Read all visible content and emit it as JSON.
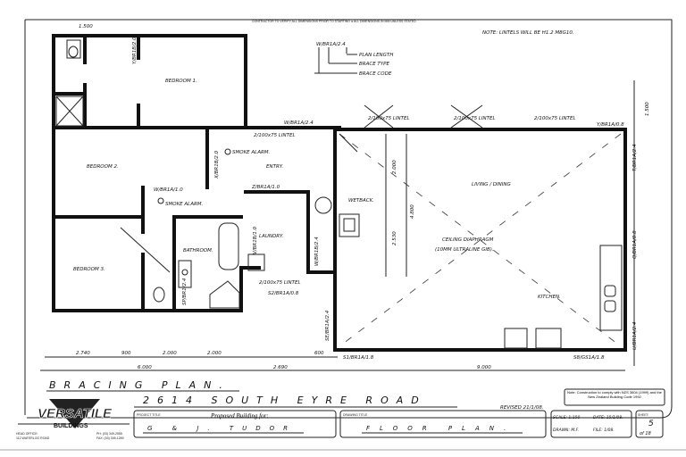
{
  "header": {
    "contractor_note": "CONTRACTOR TO VERIFY ALL DIMENSIONS PRIOR TO STARTING  ●  ALL DIMENSIONS IN MM UNLESS STATED",
    "lintel_note": "NOTE: LINTELS WILL BE H1.2 M8G10.",
    "legend": {
      "code": "W/BR1A/2.4",
      "plan_length": "PLAN LENGTH",
      "brace_type": "BRACE TYPE",
      "brace_code": "BRACE CODE"
    }
  },
  "rooms": {
    "bedroom1": "BEDROOM 1.",
    "bedroom2": "BEDROOM 2.",
    "bedroom3": "BEDROOM 3.",
    "entry": "ENTRY.",
    "laundry": "LAUNDRY.",
    "bathroom": "BATHROOM.",
    "living": "LIVING / DINING",
    "kitchen": "KITCHEN.",
    "wetback": "WETBACK.",
    "ceiling": "CEILING DIAPHRAGM",
    "ceiling2": "(10MM ULTRALINE GIB).",
    "smoke1": "SMOKE ALARM.",
    "smoke2": "SMOKE ALARM."
  },
  "annotations": {
    "lintel1": "2/100x75 LINTEL",
    "lintel2": "2/100x75 LINTEL",
    "lintel3": "2/100x75 LINTEL",
    "lintel4": "2/100x75 LINTEL",
    "lintel5": "2/100x75 LINTEL",
    "b1": "W/BR1A/2.4",
    "b2": "X/BR1B/2.0",
    "b3": "Y/BR1B/2.0",
    "b4": "Z/BR1A/1.0",
    "b5": "W/BR1A/1.0",
    "b6": "V/BR1B/1.0",
    "b7": "T/BR1A/2.4",
    "b8": "Y/BR1A/0.8",
    "b9": "U/BR1A/2.4",
    "b10": "W/BR1B/2.4",
    "b11": "S1/BR1A/1.8",
    "b12": "S8/GS1A/1.8",
    "b13": "SE/BR1A/2.4",
    "b14": "SP/BR1/2.4",
    "b15": "S2/BR1A/0.8",
    "b16": "Q/BR1A/0.8"
  },
  "dimensions": {
    "top_left": "1.500",
    "right_top": "1.500",
    "v1": "2.000",
    "v2": "4.800",
    "v3": "2.530",
    "row1": [
      "2.740",
      "900",
      "2.000",
      "2.000",
      "600"
    ],
    "row2": [
      "6.000",
      "2.690",
      "9.000"
    ]
  },
  "title_block": {
    "drawing_title": "BRACING PLAN.",
    "address": "2614  SOUTH  EYRE  ROAD",
    "revised": "REVISED 21/1/08.",
    "compliance_note": "Note: Construction to comply with NZS 3604 (1999) and the New Zealand Building Code 1992",
    "company": {
      "name": "VERSATILE",
      "sub": "BUILDINGS",
      "head_office": "HEAD OFFICE:",
      "address": "112 WATERLOO ROAD",
      "phone": "PH: (03) 349-2555",
      "fax": "FAX: (03) 349-1289"
    },
    "project_title_label": "PROJECT TITLE",
    "proposed": "Proposed Building for:",
    "client": "G & J. TUDOR",
    "drawing_title_label": "DRAWING TITLE",
    "drawing_name": "FLOOR PLAN.",
    "scale": "SCALE: 1:150",
    "date": "DATE: 15/1/08.",
    "drawn": "DRAWN: M.F.",
    "file": "FILE: 1/08.",
    "sheet_label": "SHEET:",
    "sheet": "5",
    "of": "of 18"
  }
}
